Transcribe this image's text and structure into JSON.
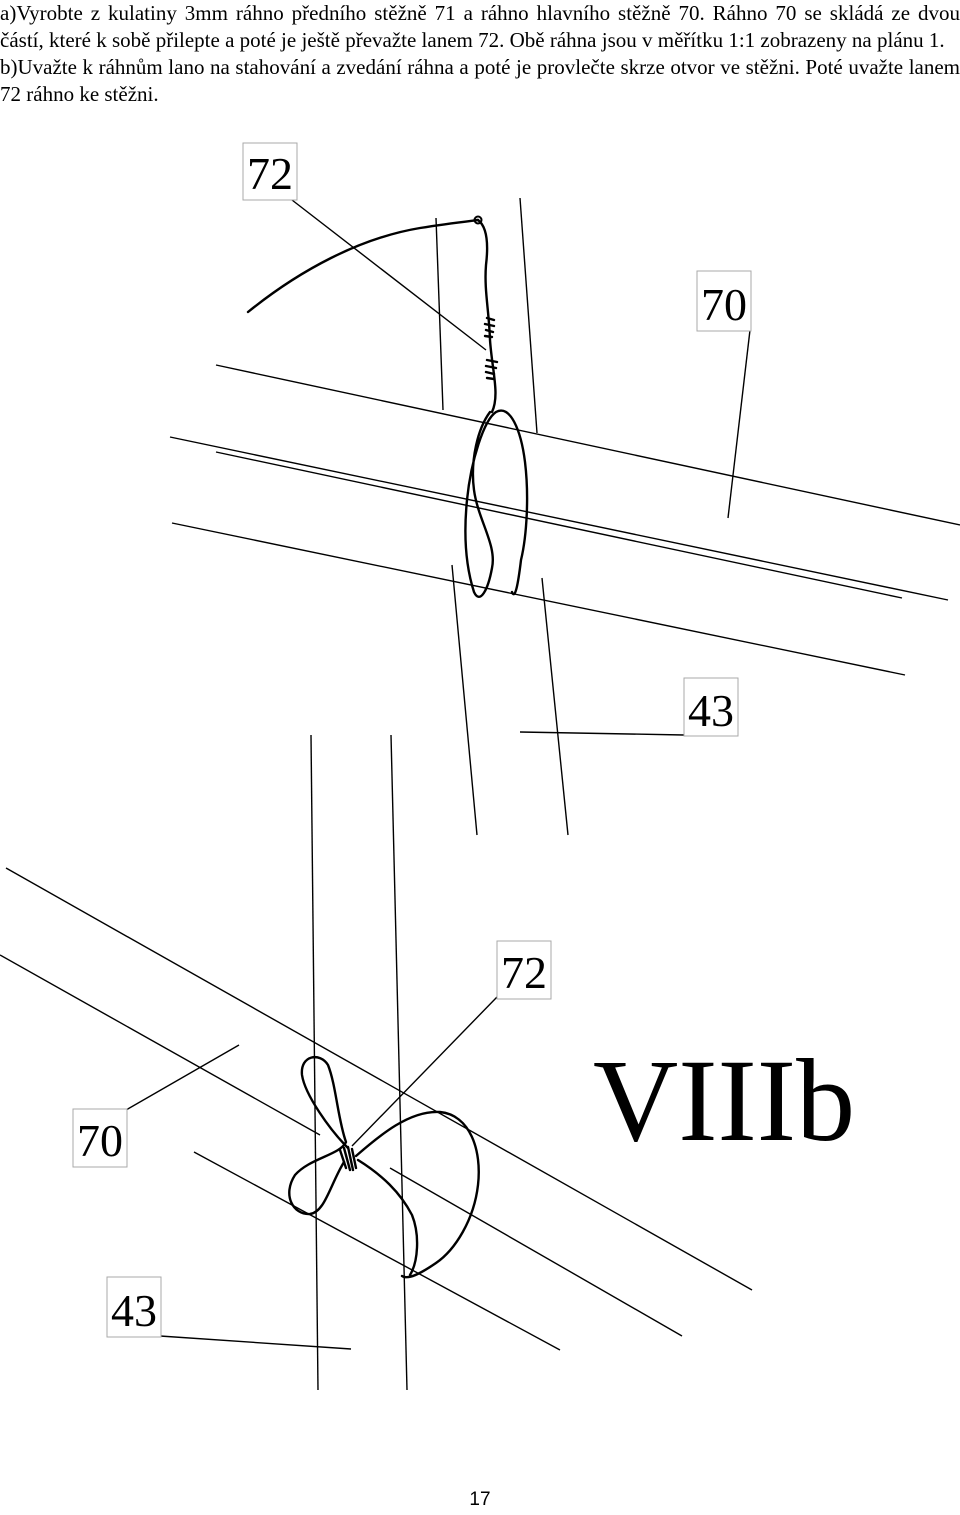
{
  "instructions": {
    "part_a": "a)Vyrobte z kulatiny 3mm ráhno předního stěžně 71 a ráhno hlavního stěžně 70. Ráhno 70 se skládá ze dvou částí, které k sobě přilepte a poté je ještě převažte lanem 72. Obě ráhna jsou v měřítku 1:1 zobrazeny na plánu 1.",
    "part_b": "b)Uvažte k ráhnům lano na stahování a zvedání ráhna a poté je provlečte skrze otvor ve stěžni. Poté uvažte lanem 72 ráhno ke stěžni."
  },
  "upper_drawing": {
    "label_rope": "72",
    "label_yard": "70",
    "label_mast": "43"
  },
  "lower_drawing": {
    "label_rope": "72",
    "label_yard": "70",
    "label_mast": "43",
    "plate_id": "VIIIb"
  },
  "footer": {
    "page_number": "17"
  }
}
